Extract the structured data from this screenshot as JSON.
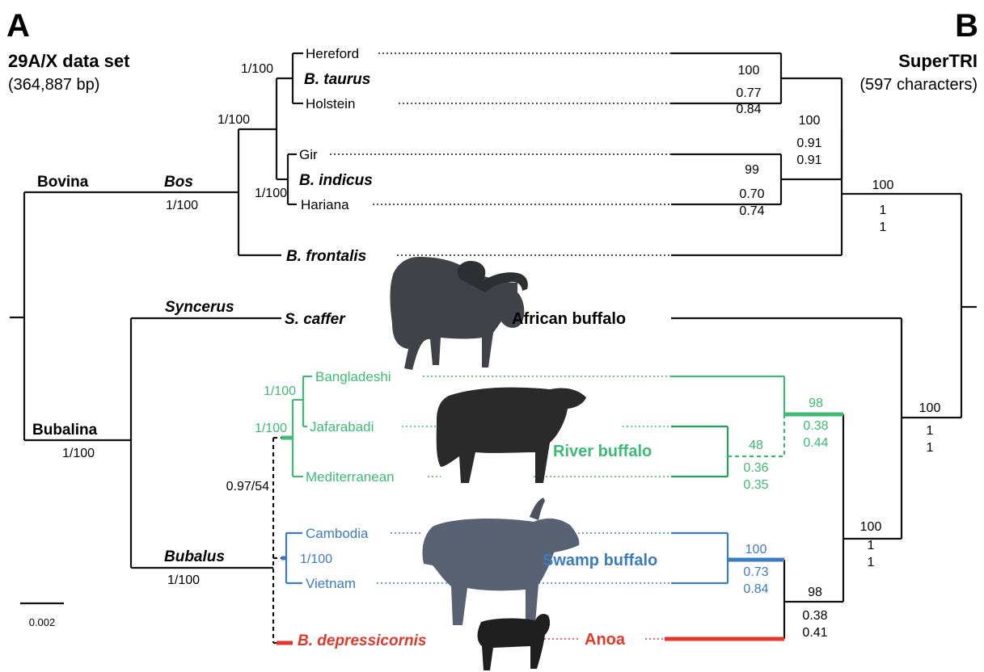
{
  "panels": {
    "left_letter": "A",
    "right_letter": "B"
  },
  "left_header": {
    "title": "29A/X data set",
    "subtitle": "(364,887 bp)"
  },
  "right_header": {
    "title": "SuperTRI",
    "subtitle": "(597 characters)"
  },
  "scale_bar": {
    "label": "0.002"
  },
  "colors": {
    "black": "#111111",
    "river": "#3dba73",
    "river_dark": "#1fa35a",
    "swamp": "#3b7bc0",
    "anoa": "#e0392b"
  },
  "groups": {
    "bovina": "Bovina",
    "bubalina": "Bubalina",
    "bubalina_support": "1/100",
    "bos": "Bos",
    "bos_support": "1/100",
    "syncerus": "Syncerus",
    "bubalus": "Bubalus",
    "bubalus_support": "1/100"
  },
  "taxa": {
    "hereford": "Hereford",
    "b_taurus": "B. taurus",
    "holstein": "Holstein",
    "gir": "Gir",
    "b_indicus": "B. indicus",
    "hariana": "Hariana",
    "b_frontalis": "B. frontalis",
    "s_caffer": "S. caffer",
    "african_buffalo": "African buffalo",
    "bangladeshi": "Bangladeshi",
    "jafarabadi": "Jafarabadi",
    "mediterranean": "Mediterranean",
    "river_buffalo": "River buffalo",
    "cambodia": "Cambodia",
    "vietnam": "Vietnam",
    "swamp_buffalo": "Swamp buffalo",
    "b_depressicornis": "B. depressicornis",
    "anoa": "Anoa"
  },
  "left_supports": {
    "taurus": "1/100",
    "taurus_indicus": "1/100",
    "indicus": "1/100",
    "river_bm": "1/100",
    "river_all": "1/100",
    "river_swamp": "0.97/54",
    "swamp": "1/100"
  },
  "right_supports": {
    "taurus": [
      "100",
      "0.77",
      "0.84"
    ],
    "indicus": [
      "99",
      "0.70",
      "0.74"
    ],
    "taurus_indicus": [
      "100",
      "0.91",
      "0.91"
    ],
    "bos": [
      "100",
      "1",
      "1"
    ],
    "river_all": [
      "98",
      "0.38",
      "0.44"
    ],
    "river_jm": [
      "48",
      "0.36",
      "0.35"
    ],
    "swamp": [
      "100",
      "0.73",
      "0.84"
    ],
    "swamp_anoa": [
      "98",
      "0.38",
      "0.41"
    ],
    "bubalus": [
      "100",
      "1",
      "1"
    ],
    "bubalina": [
      "100",
      "1",
      "1"
    ]
  }
}
